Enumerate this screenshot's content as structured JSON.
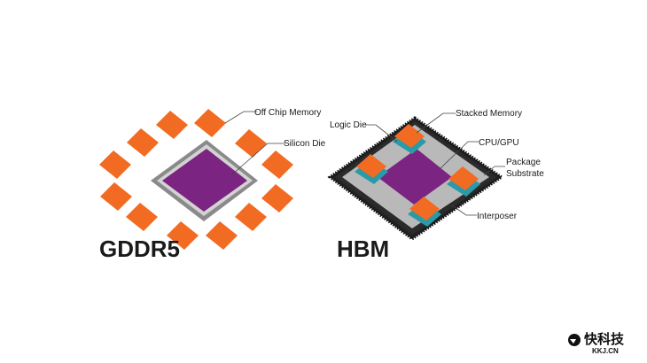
{
  "gddr5": {
    "title": "GDDR5",
    "off_chip_memory_label": "Off Chip Memory",
    "silicon_die_label": "Silicon Die"
  },
  "hbm": {
    "title": "HBM",
    "logic_die_label": "Logic Die",
    "stacked_memory_label": "Stacked Memory",
    "cpu_gpu_label": "CPU/GPU",
    "package_label": "Package",
    "substrate_label": "Substrate",
    "interposer_label": "Interposer"
  },
  "watermark": {
    "cn": "快科技",
    "en": "KKJ.CN"
  },
  "colors": {
    "memory_orange": "#f26b22",
    "die_purple": "#7b2481",
    "die_frame_gray": "#8a8a8a",
    "substrate_black": "#222222",
    "interposer_gray": "#b9b9b9",
    "logic_die_teal": "#2a9aa8"
  }
}
